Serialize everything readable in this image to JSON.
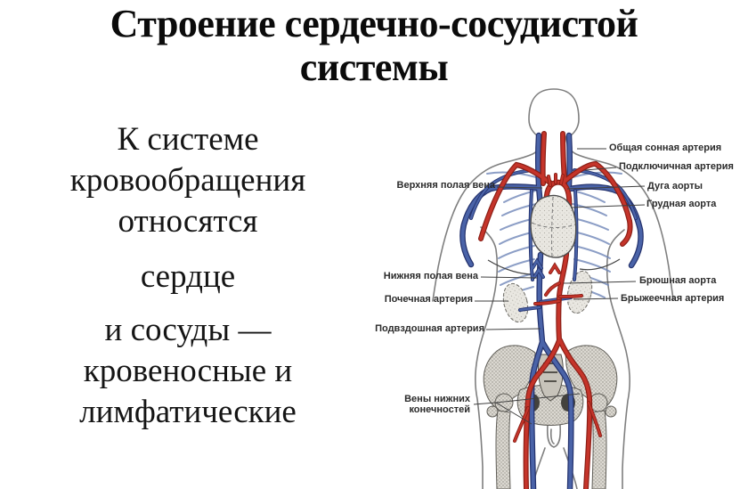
{
  "slide": {
    "title_line1": "Строение сердечно-сосудистой",
    "title_line2": "системы",
    "body_lines": [
      "К системе",
      "кровообращения",
      "относятся",
      "сердце",
      "и сосуды —",
      "кровеносные и",
      "лимфатические"
    ]
  },
  "diagram": {
    "labels_left": [
      {
        "text": "Верхняя полая вена"
      },
      {
        "text": "Нижняя полая вена"
      },
      {
        "text": "Почечная артерия"
      },
      {
        "text": "Подвздошная артерия"
      },
      {
        "text": "Вены нижних конечностей"
      }
    ],
    "labels_right": [
      {
        "text": "Общая сонная артерия"
      },
      {
        "text": "Подключичная артерия"
      },
      {
        "text": "Дуга аорты"
      },
      {
        "text": "Грудная аорта"
      },
      {
        "text": "Брюшная аорта"
      },
      {
        "text": "Брыжеечная артерия"
      }
    ]
  },
  "colors": {
    "artery": "#c5342a",
    "artery_dark": "#8a1f16",
    "vein": "#4a63a8",
    "vein_dark": "#25336e",
    "rib": "#6f86b8",
    "outline": "#7f7f7f",
    "connector": "#3f3f3f",
    "label": "#2b2b2b",
    "text": "#111111"
  }
}
